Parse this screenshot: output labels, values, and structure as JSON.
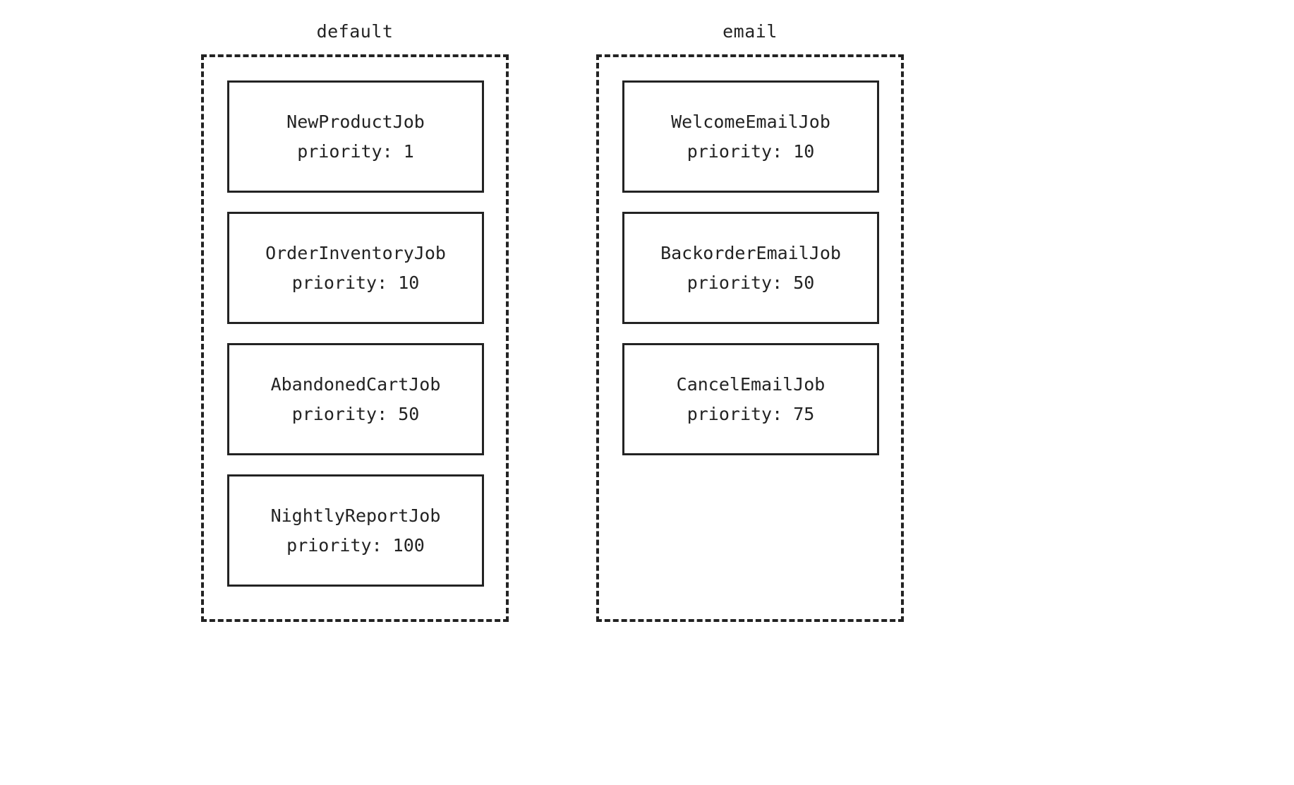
{
  "diagram": {
    "type": "queue-priority-diagram",
    "background_color": "#ffffff",
    "stroke_color": "#232323",
    "queues": [
      {
        "name": "default",
        "jobs": [
          {
            "name": "NewProductJob",
            "priority_label": "priority: 1",
            "priority": 1
          },
          {
            "name": "OrderInventoryJob",
            "priority_label": "priority: 10",
            "priority": 10
          },
          {
            "name": "AbandonedCartJob",
            "priority_label": "priority: 50",
            "priority": 50
          },
          {
            "name": "NightlyReportJob",
            "priority_label": "priority: 100",
            "priority": 100
          }
        ]
      },
      {
        "name": "email",
        "jobs": [
          {
            "name": "WelcomeEmailJob",
            "priority_label": "priority: 10",
            "priority": 10
          },
          {
            "name": "BackorderEmailJob",
            "priority_label": "priority: 50",
            "priority": 50
          },
          {
            "name": "CancelEmailJob",
            "priority_label": "priority: 75",
            "priority": 75
          }
        ]
      }
    ]
  }
}
